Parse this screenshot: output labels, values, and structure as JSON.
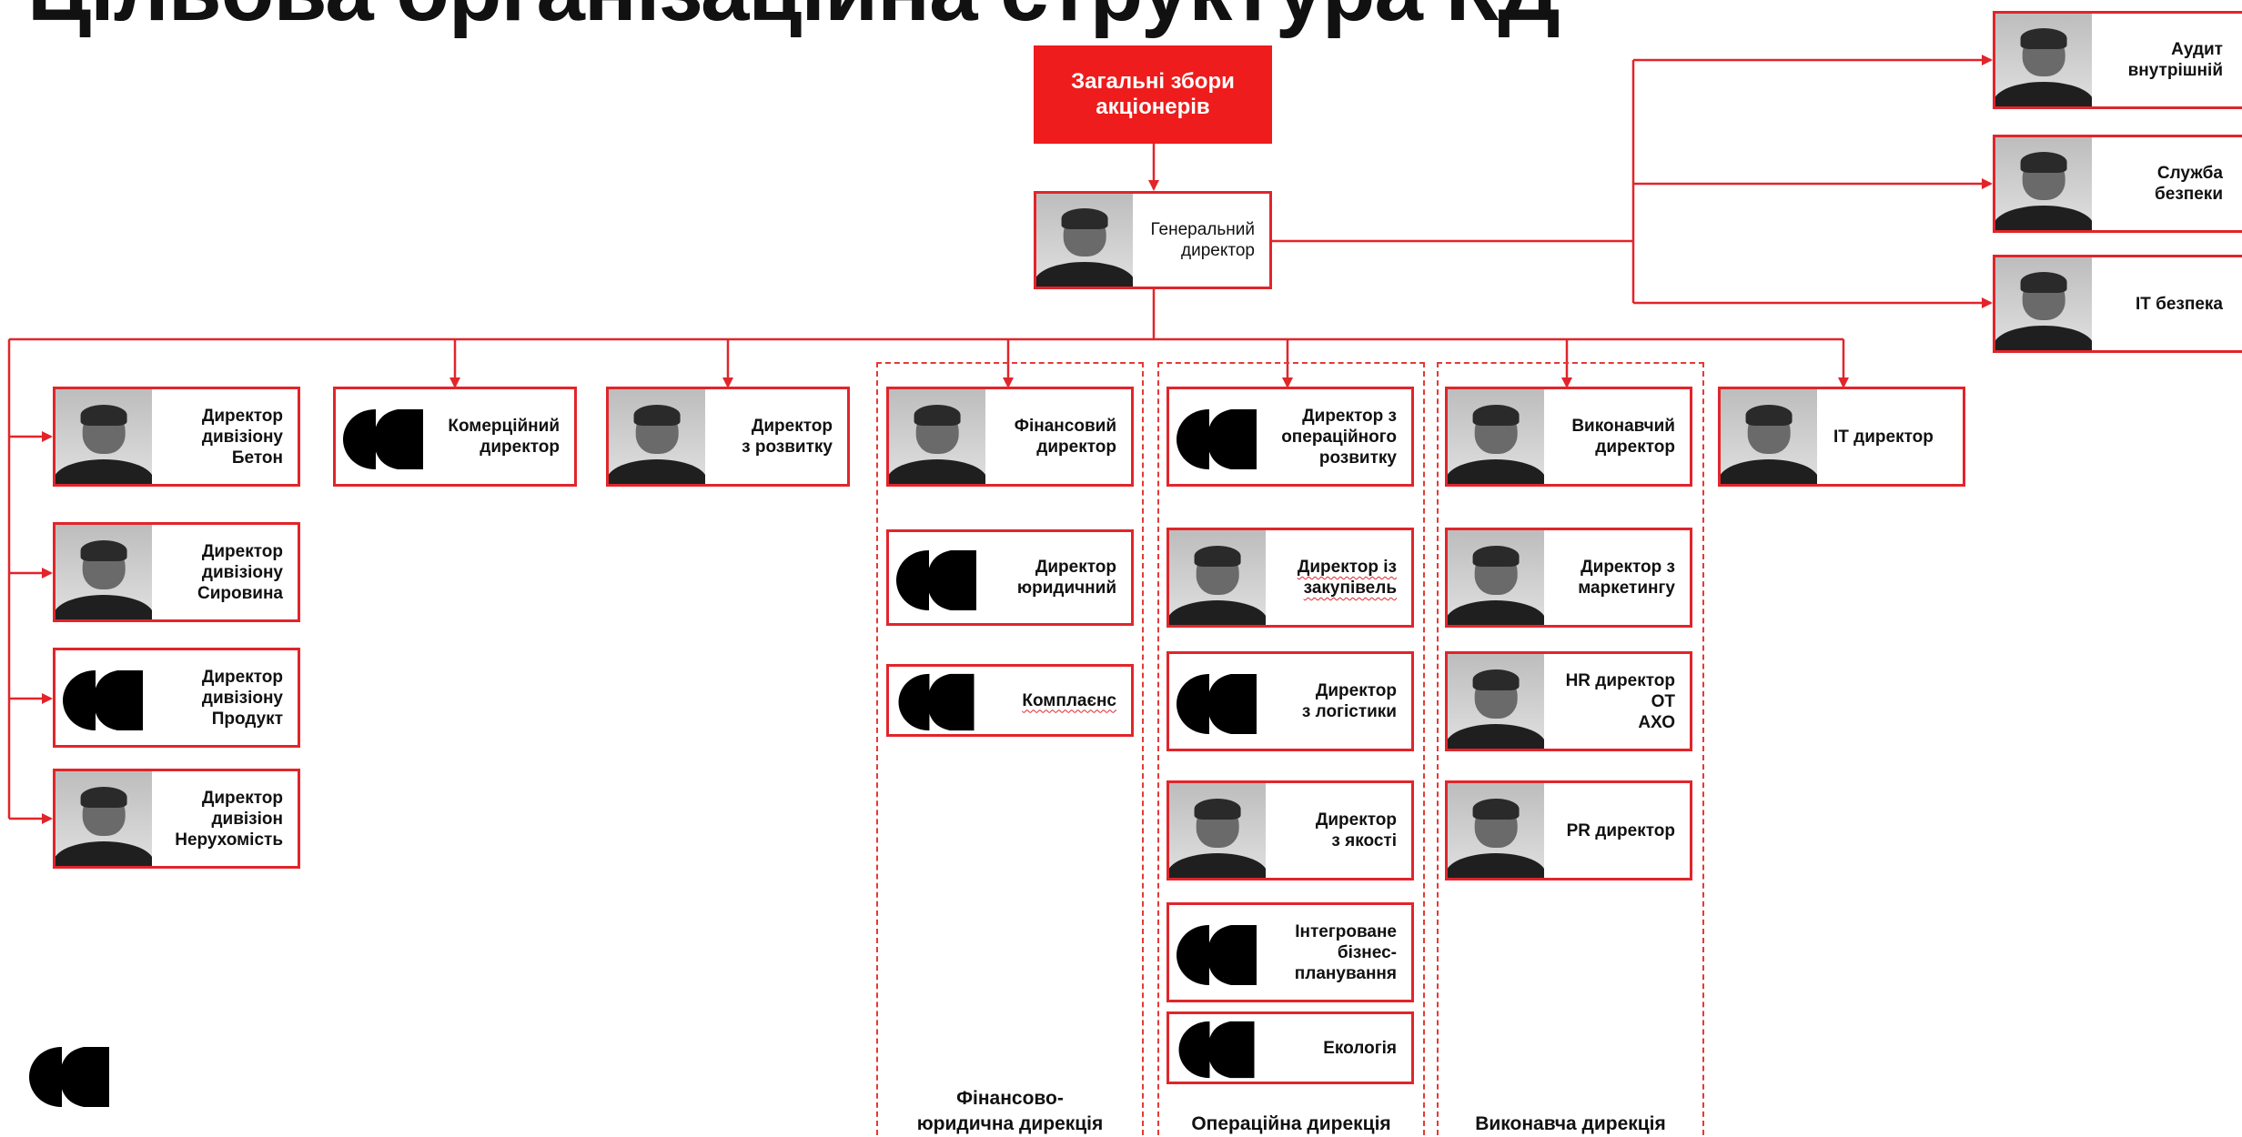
{
  "title": "Цільова організаційна структура КД",
  "shareholders": "Загальні збори\nакціонерів",
  "ceo": "Генеральний\nдиректор",
  "right_stack": {
    "audit": "Аудит\nвнутрішній",
    "security": "Служба\nбезпеки",
    "it_security": "IT безпека"
  },
  "divisions": {
    "beton": "Директор\nдивізіону\nБетон",
    "syrovyna": "Директор\nдивізіону\nСировина",
    "produkt": "Директор\nдивізіону\nПродукт",
    "nerukhomist": "Директор\nдивізіон\nНерухомість"
  },
  "commercial": "Комерційний\nдиректор",
  "development": "Директор\nз розвитку",
  "finance": {
    "cfo": "Фінансовий\nдиректор",
    "legal": "Директор\nюридичний",
    "compliance": "Комплаєнс",
    "group_label": "Фінансово-\nюридична дирекція"
  },
  "operations": {
    "op_dev": "Директор з\nопераційного\nрозвитку",
    "procurement": "Директор із\nзакупівель",
    "logistics": "Директор\nз логістики",
    "quality": "Директор\nз якості",
    "ibp": "Інтегроване\nбізнес-\nпланування",
    "ecology": "Екологія",
    "group_label": "Операційна дирекція"
  },
  "executive": {
    "exec": "Виконавчий\nдиректор",
    "marketing": "Директор з\nмаркетингу",
    "hr": "HR директор\nОТ\nАХО",
    "pr": "PR директор",
    "group_label": "Виконавча дирекція"
  },
  "it_director": "IT директор",
  "colors": {
    "accent": "#e1252b",
    "header_fill": "#ee1c1c",
    "text": "#111111"
  },
  "icons": {
    "vacancy": "company-logo-icon",
    "person": "portrait-photo"
  }
}
